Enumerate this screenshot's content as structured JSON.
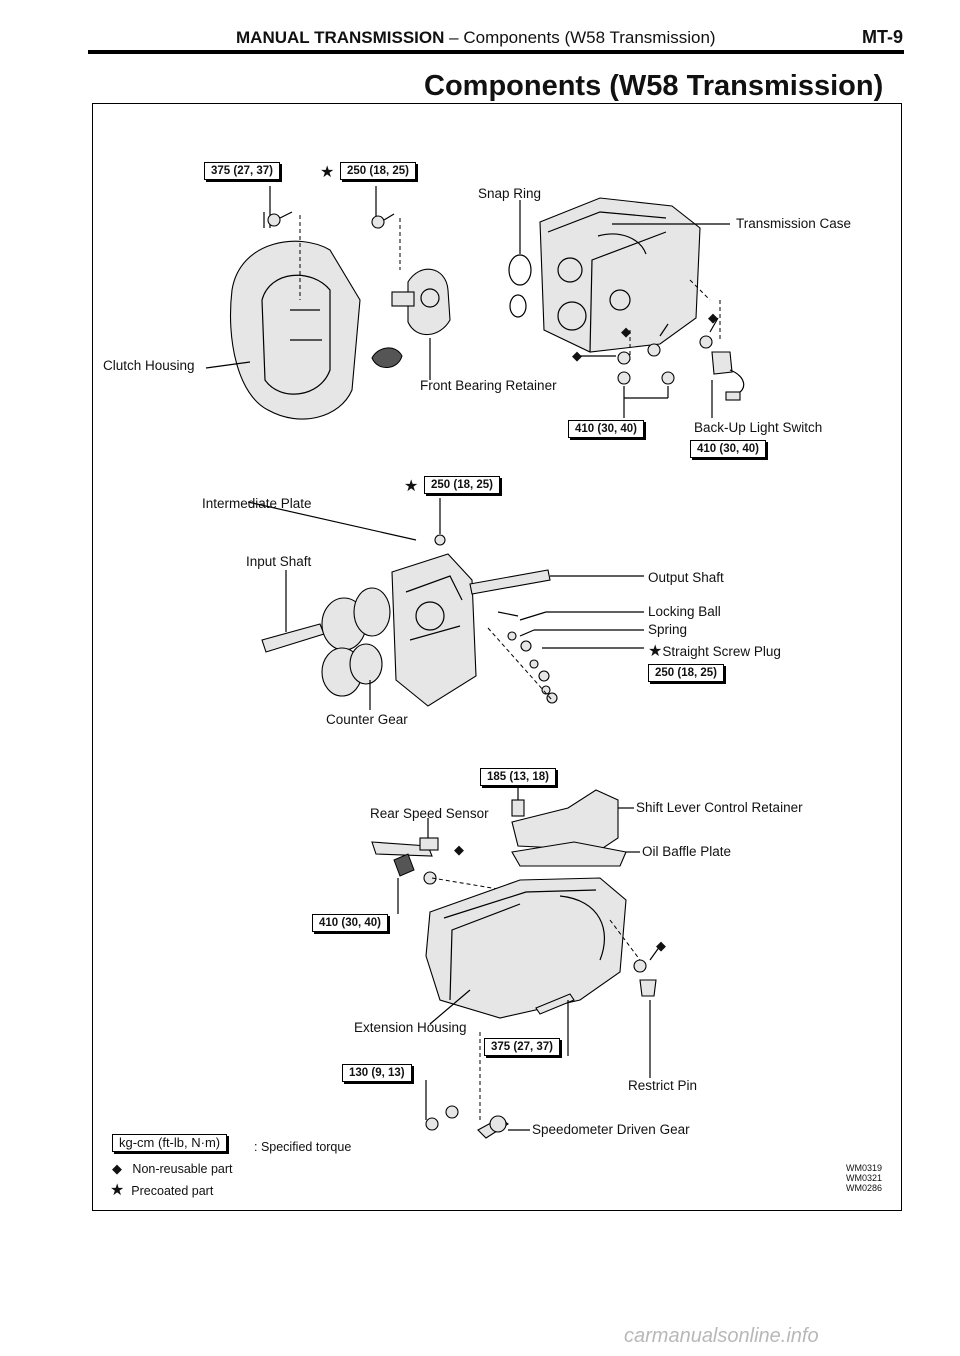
{
  "header": {
    "section": "MANUAL TRANSMISSION",
    "subtitle": "– Components (W58 Transmission)",
    "page_number": "MT-9"
  },
  "title": "Components (W58 Transmission)",
  "torque_labels": {
    "t1": "375 (27, 37)",
    "t2": "250 (18, 25)",
    "t3": "410 (30, 40)",
    "t4": "410 (30, 40)",
    "t5": "250 (18, 25)",
    "t6": "250 (18, 25)",
    "t7": "185 (13, 18)",
    "t8": "410 (30, 40)",
    "t9": "130 (9, 13)",
    "t10": "375 (27, 37)"
  },
  "part_labels": {
    "snap_ring": "Snap Ring",
    "transmission_case": "Transmission Case",
    "clutch_housing": "Clutch Housing",
    "front_bearing_retainer": "Front Bearing Retainer",
    "back_up_light_switch": "Back-Up Light Switch",
    "intermediate_plate": "Intermediate Plate",
    "input_shaft": "Input Shaft",
    "output_shaft": "Output Shaft",
    "locking_ball": "Locking Ball",
    "spring": "Spring",
    "straight_screw_plug": "Straight Screw Plug",
    "counter_gear": "Counter Gear",
    "rear_speed_sensor": "Rear Speed Sensor",
    "shift_lever_control_retainer": "Shift Lever Control Retainer",
    "oil_baffle_plate": "Oil Baffle Plate",
    "extension_housing": "Extension Housing",
    "restrict_pin": "Restrict Pin",
    "speedometer_driven_gear": "Speedometer Driven Gear"
  },
  "legend": {
    "unit_box": "kg-cm (ft-lb, N·m)",
    "unit_desc": ": Specified torque",
    "non_reusable": "Non-reusable part",
    "precoated": "Precoated part"
  },
  "codes": [
    "WM0319",
    "WM0321",
    "WM0286"
  ],
  "watermark": "carmanualsonline.info"
}
